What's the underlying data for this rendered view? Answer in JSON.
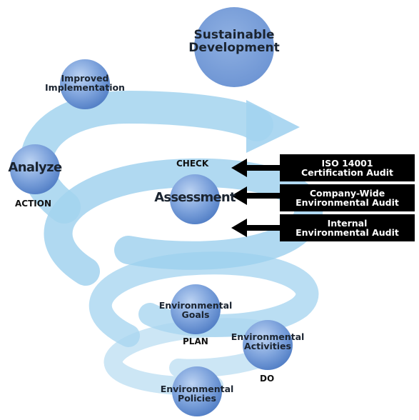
{
  "nodes": {
    "sustainable": [
      "Sustainable",
      "Development"
    ],
    "improved": [
      "Improved",
      "Implementation"
    ],
    "analyze": [
      "Analyze"
    ],
    "assessment": [
      "Assessment"
    ],
    "goals": [
      "Environmental",
      "Goals"
    ],
    "activities": [
      "Environmental",
      "Activities"
    ],
    "policies": [
      "Environmental",
      "Policies"
    ]
  },
  "stages": {
    "action": "ACTION",
    "check": "CHECK",
    "plan": "PLAN",
    "do": "DO"
  },
  "audits": [
    [
      "ISO 14001",
      "Certification Audit"
    ],
    [
      "Company-Wide",
      "Environmental Audit"
    ],
    [
      "Internal",
      "Environmental Audit"
    ]
  ],
  "colors": {
    "spiral": "#9fd2ee",
    "sphere": "#6f98d4",
    "box": "#000000",
    "arrow": "#000000"
  }
}
